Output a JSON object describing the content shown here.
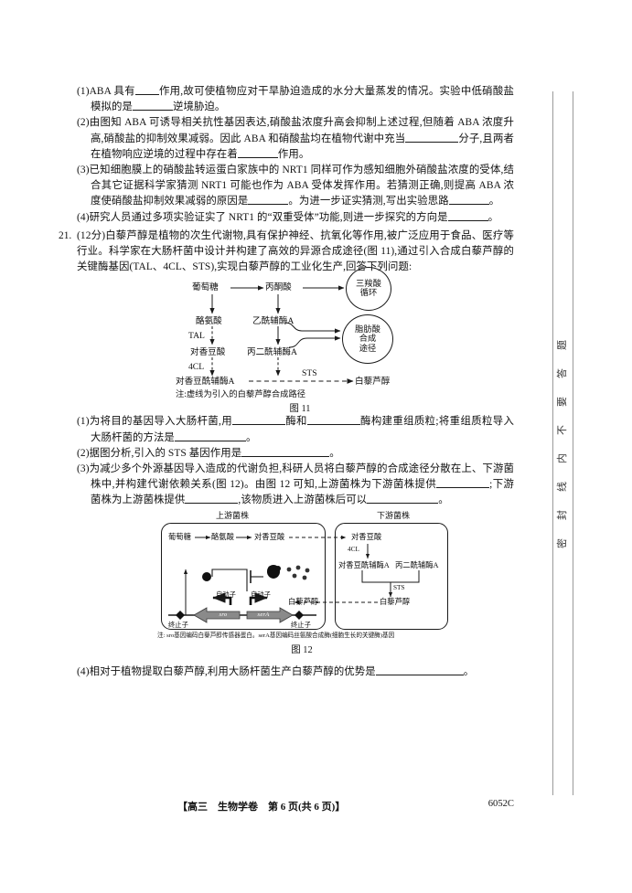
{
  "q20": {
    "items": [
      "(1)ABA 具有\u0001作用,故可使植物应对干旱胁迫造成的水分大量蒸发的情况。实验中低硝酸盐模拟的是\u0002逆境胁迫。",
      "(2)由图知 ABA 可诱导相关抗性基因表达,硝酸盐浓度升高会抑制上述过程,但随着 ABA 浓度升高,硝酸盐的抑制效果减弱。因此 ABA 和硝酸盐均在植物代谢中充当\u0003分子,且两者在植物响应逆境的过程中存在着\u0002作用。",
      "(3)已知细胞膜上的硝酸盐转运蛋白家族中的 NRT1 同样可作为感知细胞外硝酸盐浓度的受体,结合其它证据科学家猜测 NRT1 可能也作为 ABA 受体发挥作用。若猜测正确,则提高 ABA 浓度使硝酸盐抑制效果减弱的原因是\u0002。为进一步证实猜测,写出实验思路\u0002。",
      "(4)研究人员通过多项实验证实了 NRT1 的“双重受体”功能,则进一步探究的方向是\u0002。"
    ]
  },
  "q21": {
    "number": "21.",
    "stem": "(12分)白藜芦醇是植物的次生代谢物,具有保护神经、抗氧化等作用,被广泛应用于食品、医疗等行业。科学家在大肠杆菌中设计并构建了高效的异源合成途径(图 11),通过引入合成白藜芦醇的关键酶基因(TAL、4CL、STS),实现白藜芦醇的工业化生产,回答下列问题:",
    "items": [
      "(1)为将目的基因导入大肠杆菌,用\u0003酶和\u0003酶构建重组质粒;将重组质粒导入大肠杆菌的方法是\u0004。",
      "(2)据图分析,引入的 STS 基因作用是\u0005。",
      "(3)为减少多个外源基因导入造成的代谢负担,科研人员将白藜芦醇的合成途径分散在上、下游菌株中,并构建代谢依赖关系(图 12)。由图 12 可知,上游菌株为下游菌株提供\u0003;下游菌株为上游菌株提供\u0003,该物质进入上游菌株后可以\u0004。",
      "(4)相对于植物提取白藜芦醇,利用大肠杆菌生产白藜芦醇的优势是\u0005。"
    ]
  },
  "fig11": {
    "caption": "图 11",
    "note": "注:虚线为引入的白藜芦醇合成路径",
    "nodes": {
      "glucose": "葡萄糖",
      "pyruvate": "丙酮酸",
      "tca": "三羧酸\n循环",
      "tyrosine": "酪氨酸",
      "acetyl_coa": "乙酰辅酶A",
      "fatty_acid": "脂肪酸\n合成\n途径",
      "tal": "TAL",
      "coumaric": "对香豆酸",
      "malonyl_coa": "丙二酰辅酶A",
      "cl4": "4CL",
      "coumaroyl_coa": "对香豆酰辅酶A",
      "sts": "STS",
      "resveratrol": "白藜芦醇"
    }
  },
  "fig12": {
    "caption": "图 12",
    "note": "注: sro基因编码白藜芦醇传感器蛋白。serA基因编码丝氨酸合成酶(细胞生长的关键酶)基因",
    "upstream_label": "上游菌株",
    "downstream_label": "下游菌株",
    "upstream": {
      "glucose": "葡萄糖",
      "tyrosine": "酪氨酸",
      "coumaric": "对香豆酸",
      "resveratrol": "白藜芦醇",
      "promoter1": "启动子",
      "promoter2": "启动子",
      "terminator1": "终止子",
      "terminator2": "终止子",
      "gene1": "sro",
      "gene2": "serA"
    },
    "downstream": {
      "coumaric": "对香豆酸",
      "cl4": "4CL",
      "coumaroyl_coa": "对香豆酰辅酶A",
      "malonyl_coa": "丙二酰辅酶A",
      "sts": "STS",
      "resveratrol": "白藜芦醇"
    }
  },
  "seal": {
    "chars": [
      "题",
      "答",
      "要",
      "不",
      "内",
      "线",
      "封",
      "密"
    ]
  },
  "footer": {
    "center": "【高三　生物学卷　第 6 页(共 6 页)】",
    "code": "6052C"
  }
}
